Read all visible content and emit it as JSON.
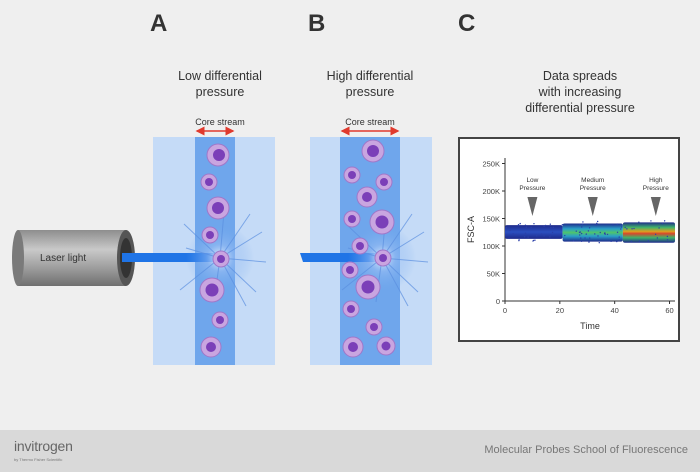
{
  "panels": {
    "a": {
      "letter": "A",
      "caption_line1": "Low differential",
      "caption_line2": "pressure",
      "core_label": "Core stream"
    },
    "b": {
      "letter": "B",
      "caption_line1": "High differential",
      "caption_line2": "pressure",
      "core_label": "Core stream"
    },
    "c": {
      "letter": "C",
      "caption_line1": "Data spreads",
      "caption_line2": "with increasing",
      "caption_line3": "differential pressure"
    }
  },
  "laser": {
    "label": "Laser light"
  },
  "chart_data": {
    "type": "scatter",
    "xlabel": "Time",
    "ylabel": "FSC-A",
    "xlim": [
      0,
      62
    ],
    "ylim": [
      0,
      260000
    ],
    "x_ticks": [
      "0",
      "20",
      "40",
      "60"
    ],
    "y_ticks": [
      "0",
      "50K",
      "100K",
      "150K",
      "200K",
      "250K"
    ],
    "x_tick_values": [
      0,
      20,
      40,
      60
    ],
    "y_tick_values": [
      0,
      50000,
      100000,
      150000,
      200000,
      250000
    ],
    "regions": [
      {
        "name": "Low Pressure",
        "x_range": [
          0,
          21
        ],
        "y_range": [
          113000,
          138000
        ]
      },
      {
        "name": "Medium Pressure",
        "x_range": [
          21,
          43
        ],
        "y_range": [
          108000,
          141000
        ]
      },
      {
        "name": "High Pressure",
        "x_range": [
          43,
          62
        ],
        "y_range": [
          106000,
          143000
        ]
      }
    ],
    "annotations": [
      {
        "line1": "Low",
        "line2": "Pressure",
        "x": 10
      },
      {
        "line1": "Medium",
        "line2": "Pressure",
        "x": 32
      },
      {
        "line1": "High",
        "line2": "Pressure",
        "x": 55
      }
    ]
  },
  "footer": {
    "brand": "invitrogen",
    "brand_sub": "by Thermo Fisher Scientific",
    "school": "Molecular Probes School of Fluorescence"
  },
  "colors": {
    "channel": "#c5dbf7",
    "core": "#6fa6ec",
    "beam": "#1f74e6",
    "cell": "#c9a5e0",
    "nucleus": "#7b3fb8",
    "arrow": "#e03a2e",
    "scatter_low": "#1f2f8f",
    "scatter_high": "#e0a020"
  }
}
